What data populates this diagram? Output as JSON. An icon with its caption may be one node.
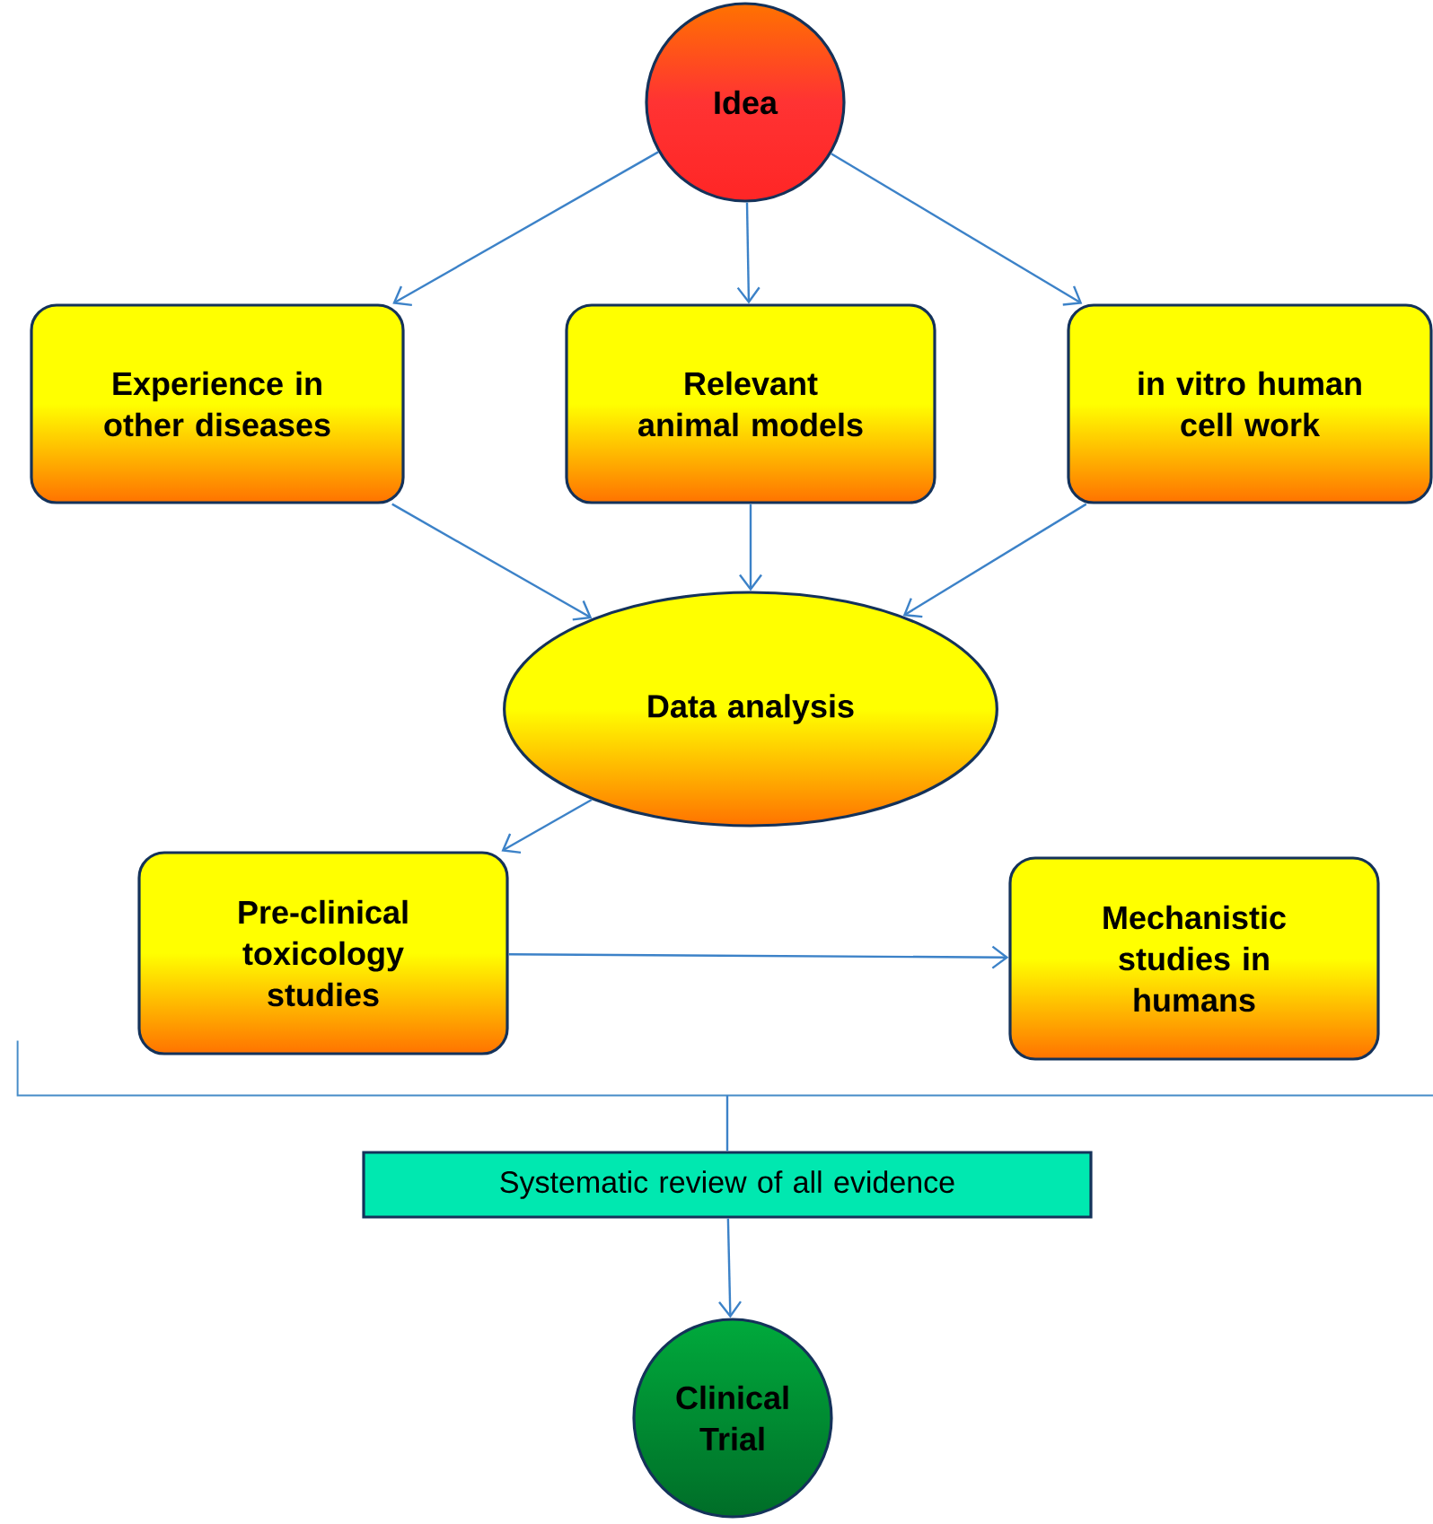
{
  "diagram": {
    "nodes": [
      {
        "text": [
          "Idea"
        ]
      },
      {
        "text": [
          "Experience in other diseases"
        ]
      },
      {
        "text": [
          "Relevant animal models"
        ]
      },
      {
        "text": [
          "in vitro human cell work"
        ]
      },
      {
        "text": [
          "Data analysis"
        ]
      },
      {
        "text": [
          "Pre-clinical toxicology studies"
        ]
      },
      {
        "text": [
          "Mechanistic studies in humans"
        ]
      },
      {
        "text": [],
        "shape": "bracket"
      },
      {
        "text": [
          "Systematic review of all evidence"
        ]
      },
      {
        "text": [
          "Clinical Trial"
        ]
      }
    ],
    "edges": [
      {
        "from": 0,
        "to": 1,
        "arrow": "to"
      },
      {
        "from": 0,
        "to": 2,
        "arrow": "to"
      },
      {
        "from": 0,
        "to": 3,
        "arrow": "to"
      },
      {
        "from": 1,
        "to": 4,
        "arrow": "to"
      },
      {
        "from": 2,
        "to": 4,
        "arrow": "to"
      },
      {
        "from": 3,
        "to": 4,
        "arrow": "to"
      },
      {
        "from": 4,
        "to": 5,
        "arrow": "to"
      },
      {
        "from": 5,
        "to": 6,
        "arrow": "to"
      },
      {
        "from": 7,
        "to": 8,
        "arrow": "none"
      },
      {
        "from": 8,
        "to": 9,
        "arrow": "to"
      }
    ]
  }
}
